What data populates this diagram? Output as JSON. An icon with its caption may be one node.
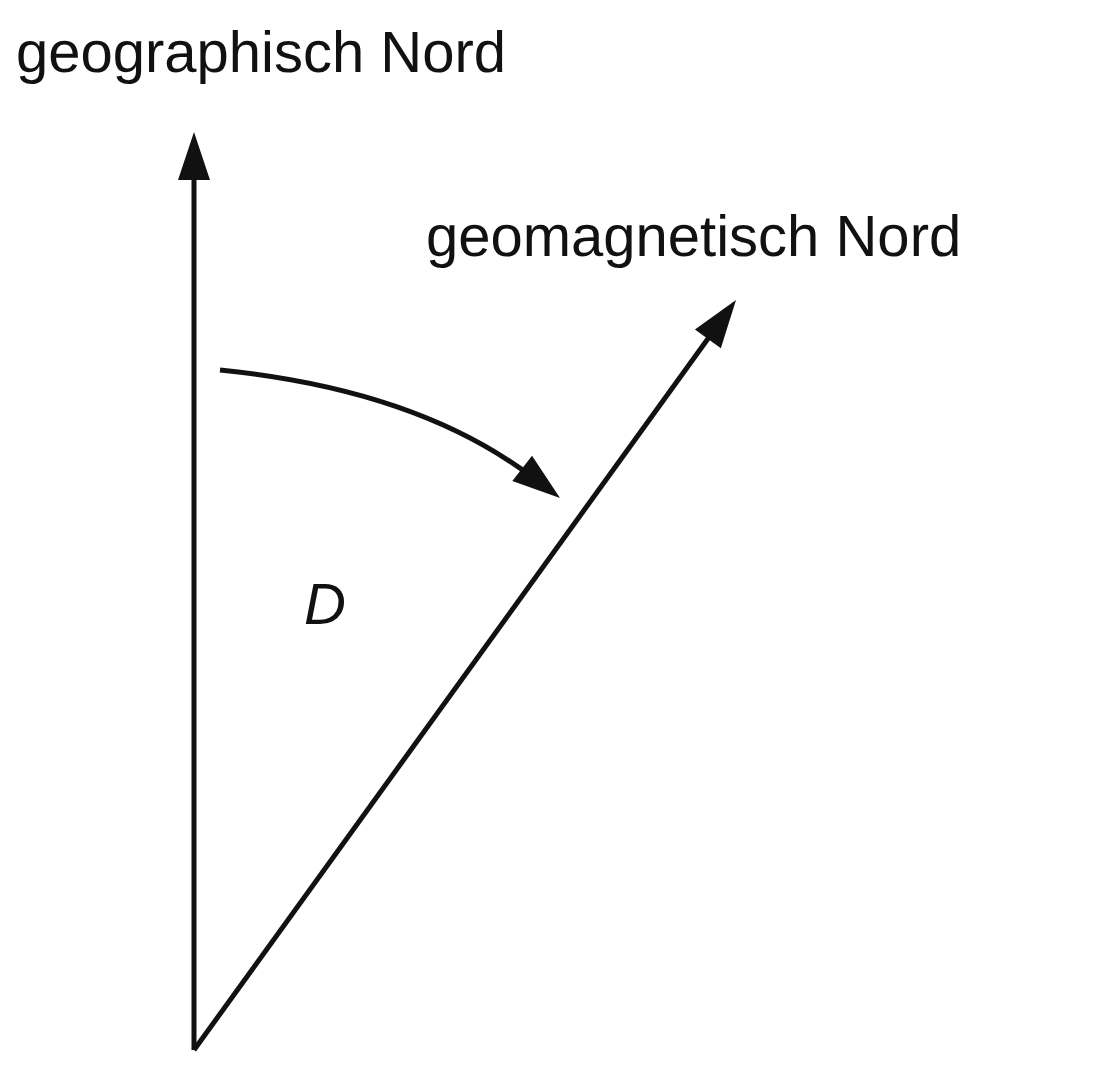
{
  "diagram": {
    "labels": [
      "geographisch Nord",
      "geomagnetisch Nord",
      "D"
    ]
  }
}
